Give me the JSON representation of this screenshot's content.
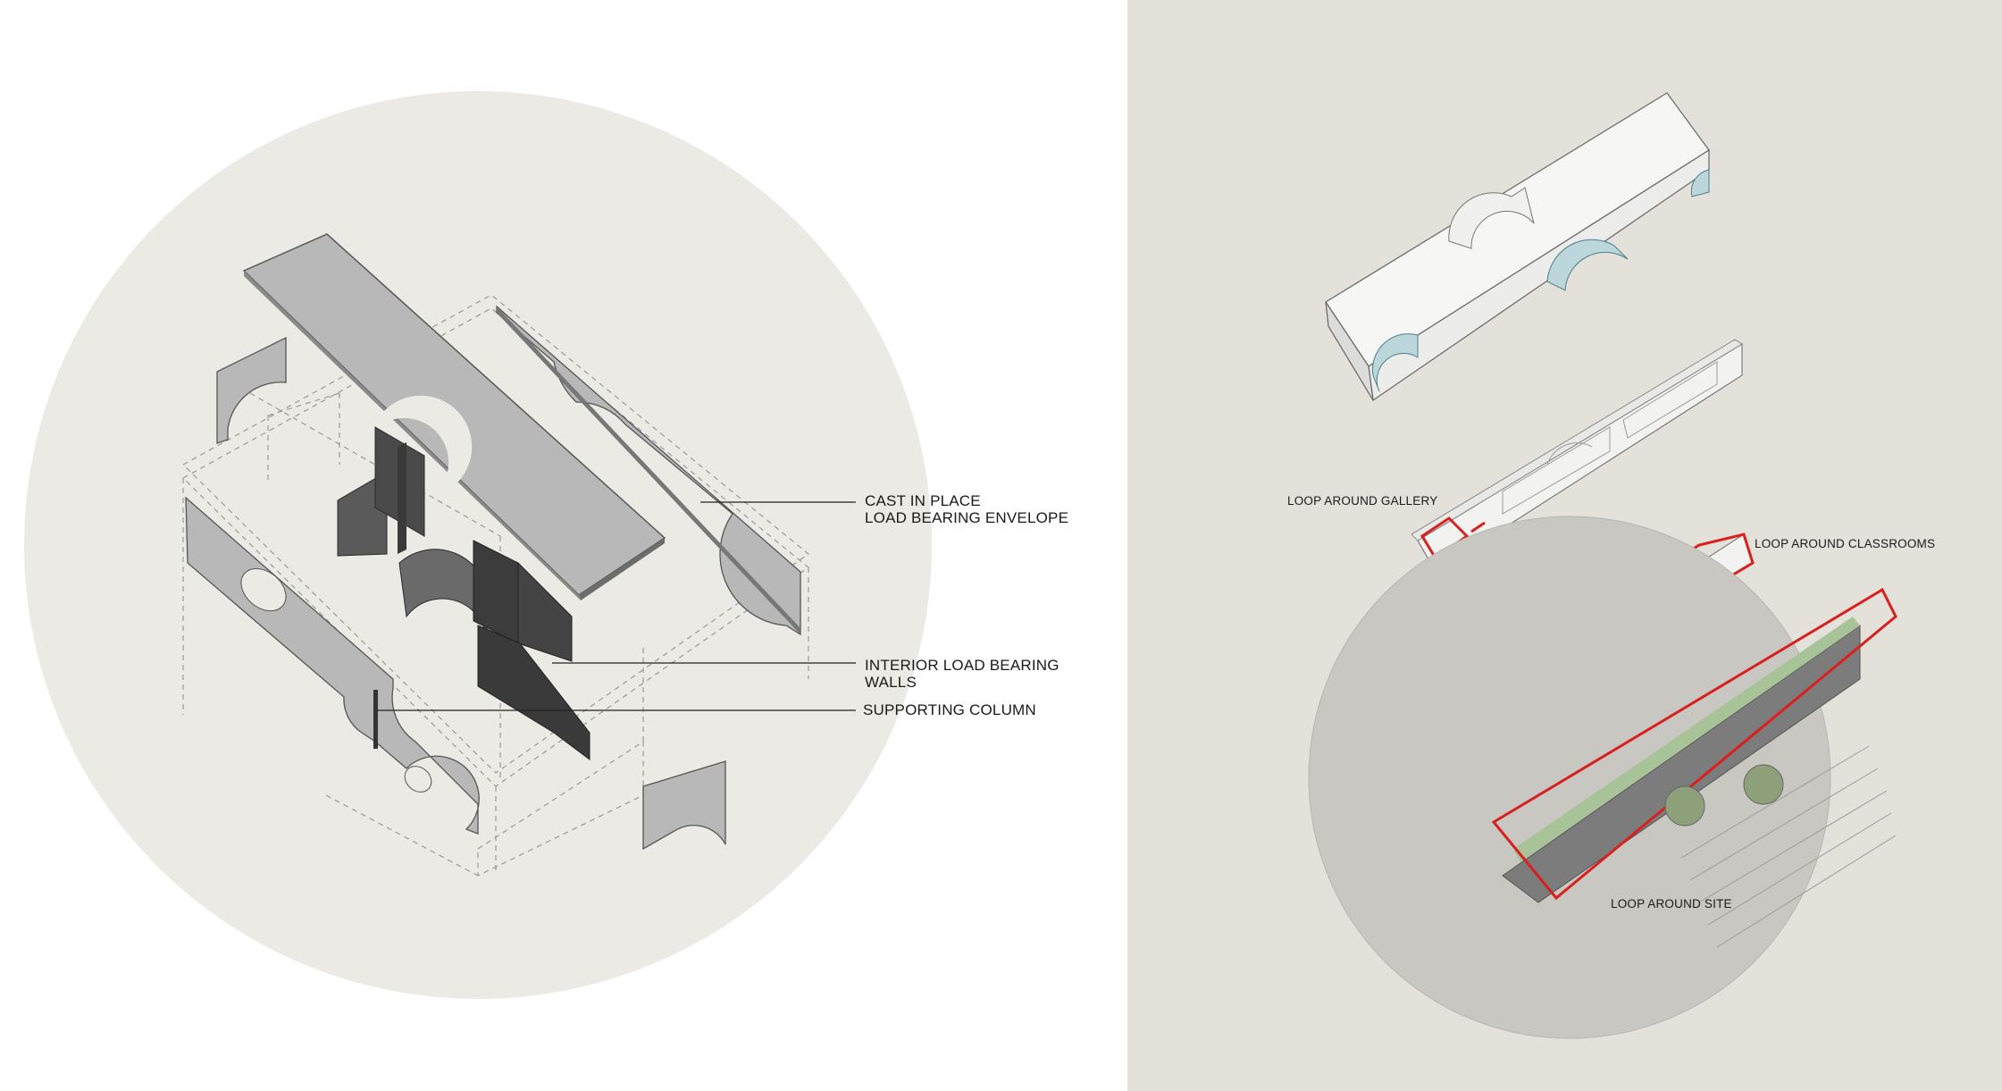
{
  "labels": {
    "envelope": {
      "line1": "CAST IN PLACE",
      "line2": "LOAD BEARING ENVELOPE"
    },
    "interior": {
      "line1": "INTERIOR LOAD BEARING",
      "line2": "WALLS"
    },
    "column": "SUPPORTING COLUMN",
    "loop_gallery": "LOOP AROUND GALLERY",
    "loop_classrooms": "LOOP AROUND CLASSROOMS",
    "loop_site": "LOOP AROUND SITE"
  },
  "colors": {
    "left_background": "#ffffff",
    "right_background": "#e4e1db",
    "left_circle": "#ebeae5",
    "envelope_panel": "#b5b5b5",
    "interior_wall": "#4a4a4a",
    "loop_highlight": "#d8201f",
    "site_circle": "#c9c7c2",
    "green_roof": "#a8c398"
  }
}
